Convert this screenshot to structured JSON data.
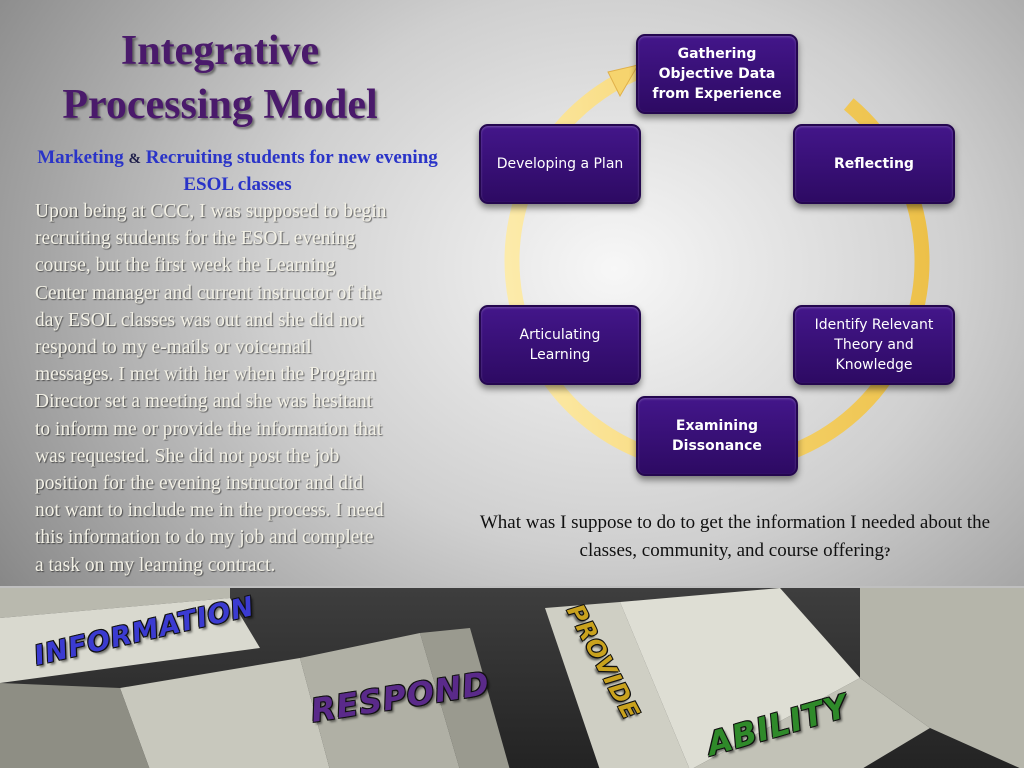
{
  "slide": {
    "title_lines": [
      "Integrative",
      "Processing Model"
    ],
    "subtitle": {
      "part1": "Marketing ",
      "amp": "&",
      "part2": " Recruiting students for new evening ESOL classes"
    },
    "body_lines": [
      "Upon being at CCC, I was supposed to begin",
      "recruiting students for the ESOL evening",
      "course, but the first week the Learning",
      "Center manager and current instructor of the",
      "day ESOL classes was out and she did not",
      "respond to my e-mails or voicemail",
      "messages. I met with her when the Program",
      "Director set a meeting and she was hesitant",
      "to inform me or provide the information that",
      "was requested. She did not post the job",
      "position for the evening instructor and did",
      "not want to include me in the process. I need",
      "this information to do my job and complete",
      "a task on my learning contract."
    ],
    "question": {
      "text": "What was I suppose to do to get the information I needed about the classes, community, and course offering",
      "mark": "?"
    }
  },
  "cycle": {
    "arrow_color": "#f6d46e",
    "node_color": "#3a1278",
    "nodes": [
      {
        "label": "Gathering\nObjective Data\nfrom Experience",
        "bold": true
      },
      {
        "label": "Reflecting",
        "bold": true
      },
      {
        "label": "Identify Relevant\nTheory and\nKnowledge",
        "bold": false
      },
      {
        "label": "Examining\nDissonance",
        "bold": true
      },
      {
        "label": "Articulating\nLearning",
        "bold": false
      },
      {
        "label": "Developing a Plan",
        "bold": false
      }
    ]
  },
  "bottom_image": {
    "words": [
      {
        "text": "INFORMATION",
        "color": "#3b3bd1"
      },
      {
        "text": "RESPOND",
        "color": "#5a2a8a"
      },
      {
        "text": "PROVIDE",
        "color": "#c9a21e"
      },
      {
        "text": "ABILITY",
        "color": "#2f8a2a"
      }
    ]
  }
}
